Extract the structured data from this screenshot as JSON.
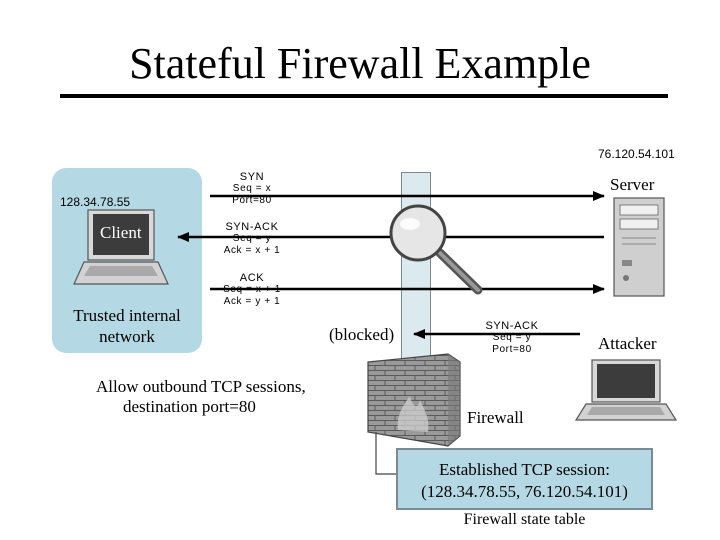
{
  "title": "Stateful Firewall Example",
  "client": {
    "ip": "128.34.78.55",
    "label": "Client",
    "network_label_line1": "Trusted internal",
    "network_label_line2": "network"
  },
  "server": {
    "ip": "76.120.54.101",
    "label": "Server"
  },
  "attacker": {
    "label": "Attacker"
  },
  "packets": {
    "syn": {
      "type": "SYN",
      "line2": "Seq = x",
      "line3": "Port=80"
    },
    "synack": {
      "type": "SYN-ACK",
      "line2": "Seq = y",
      "line3": "Ack = x + 1"
    },
    "ack": {
      "type": "ACK",
      "line2": "Seq = x + 1",
      "line3": "Ack = y + 1"
    },
    "attack": {
      "type": "SYN-ACK",
      "line2": "Seq = y",
      "line3": "Port=80"
    }
  },
  "blocked_label": "(blocked)",
  "rule_text": {
    "line1": "Allow outbound TCP sessions,",
    "line2": "destination port=80"
  },
  "firewall_label": "Firewall",
  "state_table": {
    "line1": "Established TCP session:",
    "line2": "(128.34.78.55, 76.120.54.101)",
    "caption": "Firewall state table"
  }
}
